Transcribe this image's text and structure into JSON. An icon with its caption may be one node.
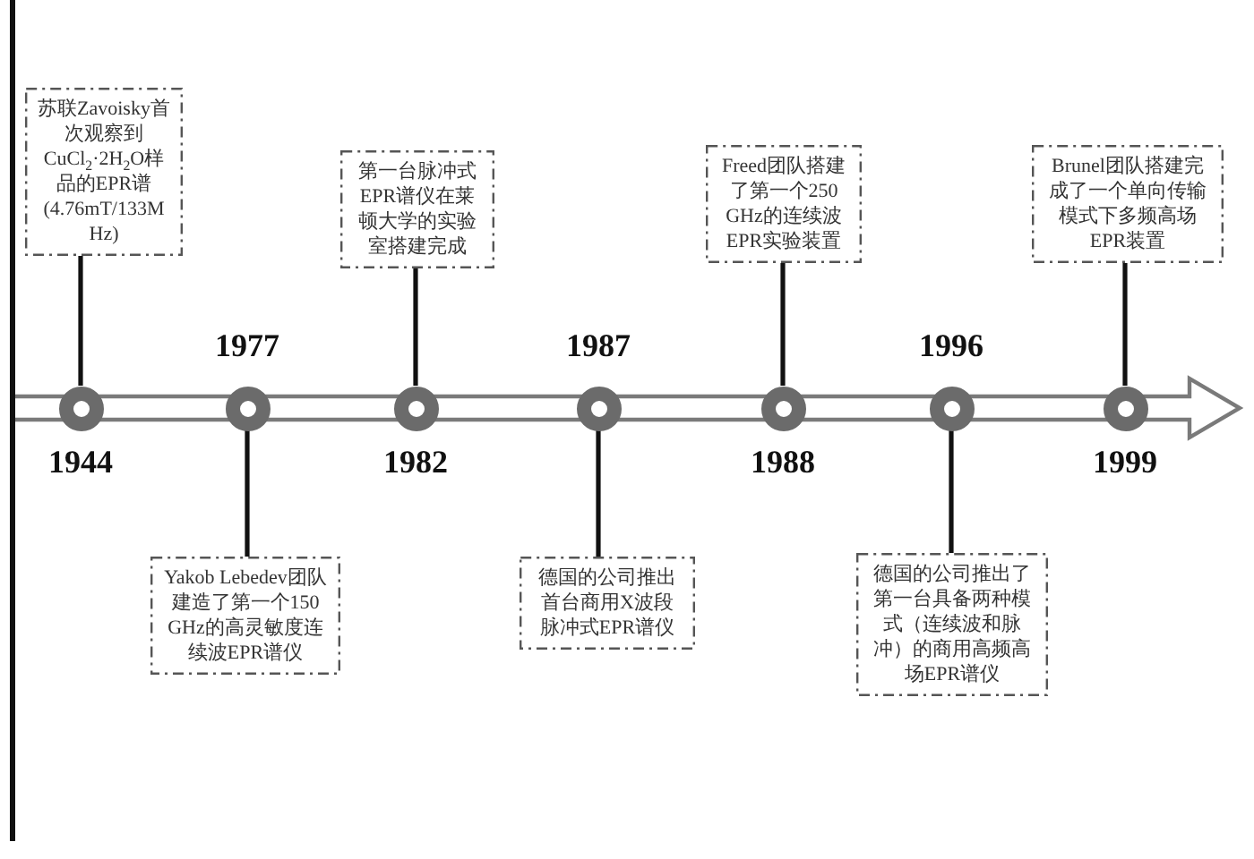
{
  "diagram": {
    "nodes": [
      {
        "text": [
          "苏联Zavoisky首次观察到CuCl$_{2}$·2H$_{2}$O样品的EPR谱(4.76mT/133MHz)"
        ]
      },
      {
        "text": [],
        "shape": "circle",
        "beside": [
          "1944"
        ]
      },
      {
        "text": [
          "Yakob Lebedev团队建造了第一个150 GHz的高灵敏度连续波EPR谱仪"
        ]
      },
      {
        "text": [],
        "shape": "circle",
        "beside": [
          "1977"
        ]
      },
      {
        "text": [
          "第一台脉冲式EPR谱仪在莱顿大学的实验室搭建完成"
        ]
      },
      {
        "text": [],
        "shape": "circle",
        "beside": [
          "1982"
        ]
      },
      {
        "text": [
          "德国的公司推出首台商用X波段脉冲式EPR谱仪"
        ]
      },
      {
        "text": [],
        "shape": "circle",
        "beside": [
          "1987"
        ]
      },
      {
        "text": [
          "Freed团队搭建了第一个250 GHz的连续波EPR实验装置"
        ]
      },
      {
        "text": [],
        "shape": "circle",
        "beside": [
          "1988"
        ]
      },
      {
        "text": [
          "德国的公司推出了第一台具备两种模式（连续波和脉冲）的商用高频高场EPR谱仪"
        ]
      },
      {
        "text": [],
        "shape": "circle",
        "beside": [
          "1996"
        ]
      },
      {
        "text": [
          "Brunel团队搭建完成了一个单向传输模式下多频高场EPR装置"
        ]
      },
      {
        "text": [],
        "shape": "circle",
        "beside": [
          "1999"
        ]
      }
    ],
    "edges": [
      {
        "from": 0,
        "to": 1,
        "arrow": "none"
      },
      {
        "from": 2,
        "to": 3,
        "arrow": "none"
      },
      {
        "from": 4,
        "to": 5,
        "arrow": "none"
      },
      {
        "from": 6,
        "to": 7,
        "arrow": "none"
      },
      {
        "from": 8,
        "to": 9,
        "arrow": "none"
      },
      {
        "from": 10,
        "to": 11,
        "arrow": "none"
      },
      {
        "from": 12,
        "to": 13,
        "arrow": "none"
      }
    ]
  }
}
